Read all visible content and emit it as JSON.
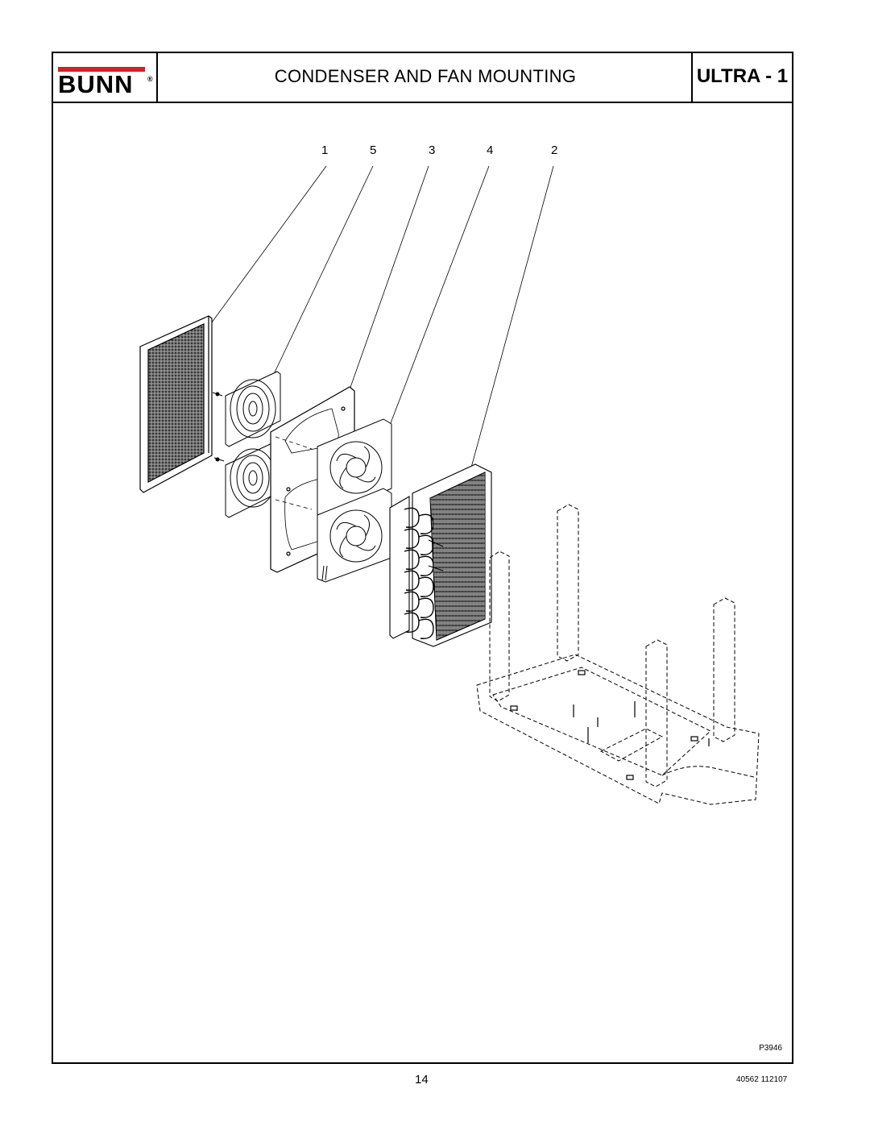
{
  "header": {
    "logo_text": "BUNN",
    "logo_reg": "®",
    "title": "CONDENSER AND FAN MOUNTING",
    "model": "ULTRA - 1"
  },
  "figure": {
    "callouts": [
      "1",
      "5",
      "3",
      "4",
      "2"
    ],
    "figure_id": "P3946"
  },
  "footer": {
    "page_number": "14",
    "doc_code": "40562 112107"
  },
  "colors": {
    "brand_red": "#d32027",
    "line": "#000000",
    "page": "#ffffff"
  }
}
